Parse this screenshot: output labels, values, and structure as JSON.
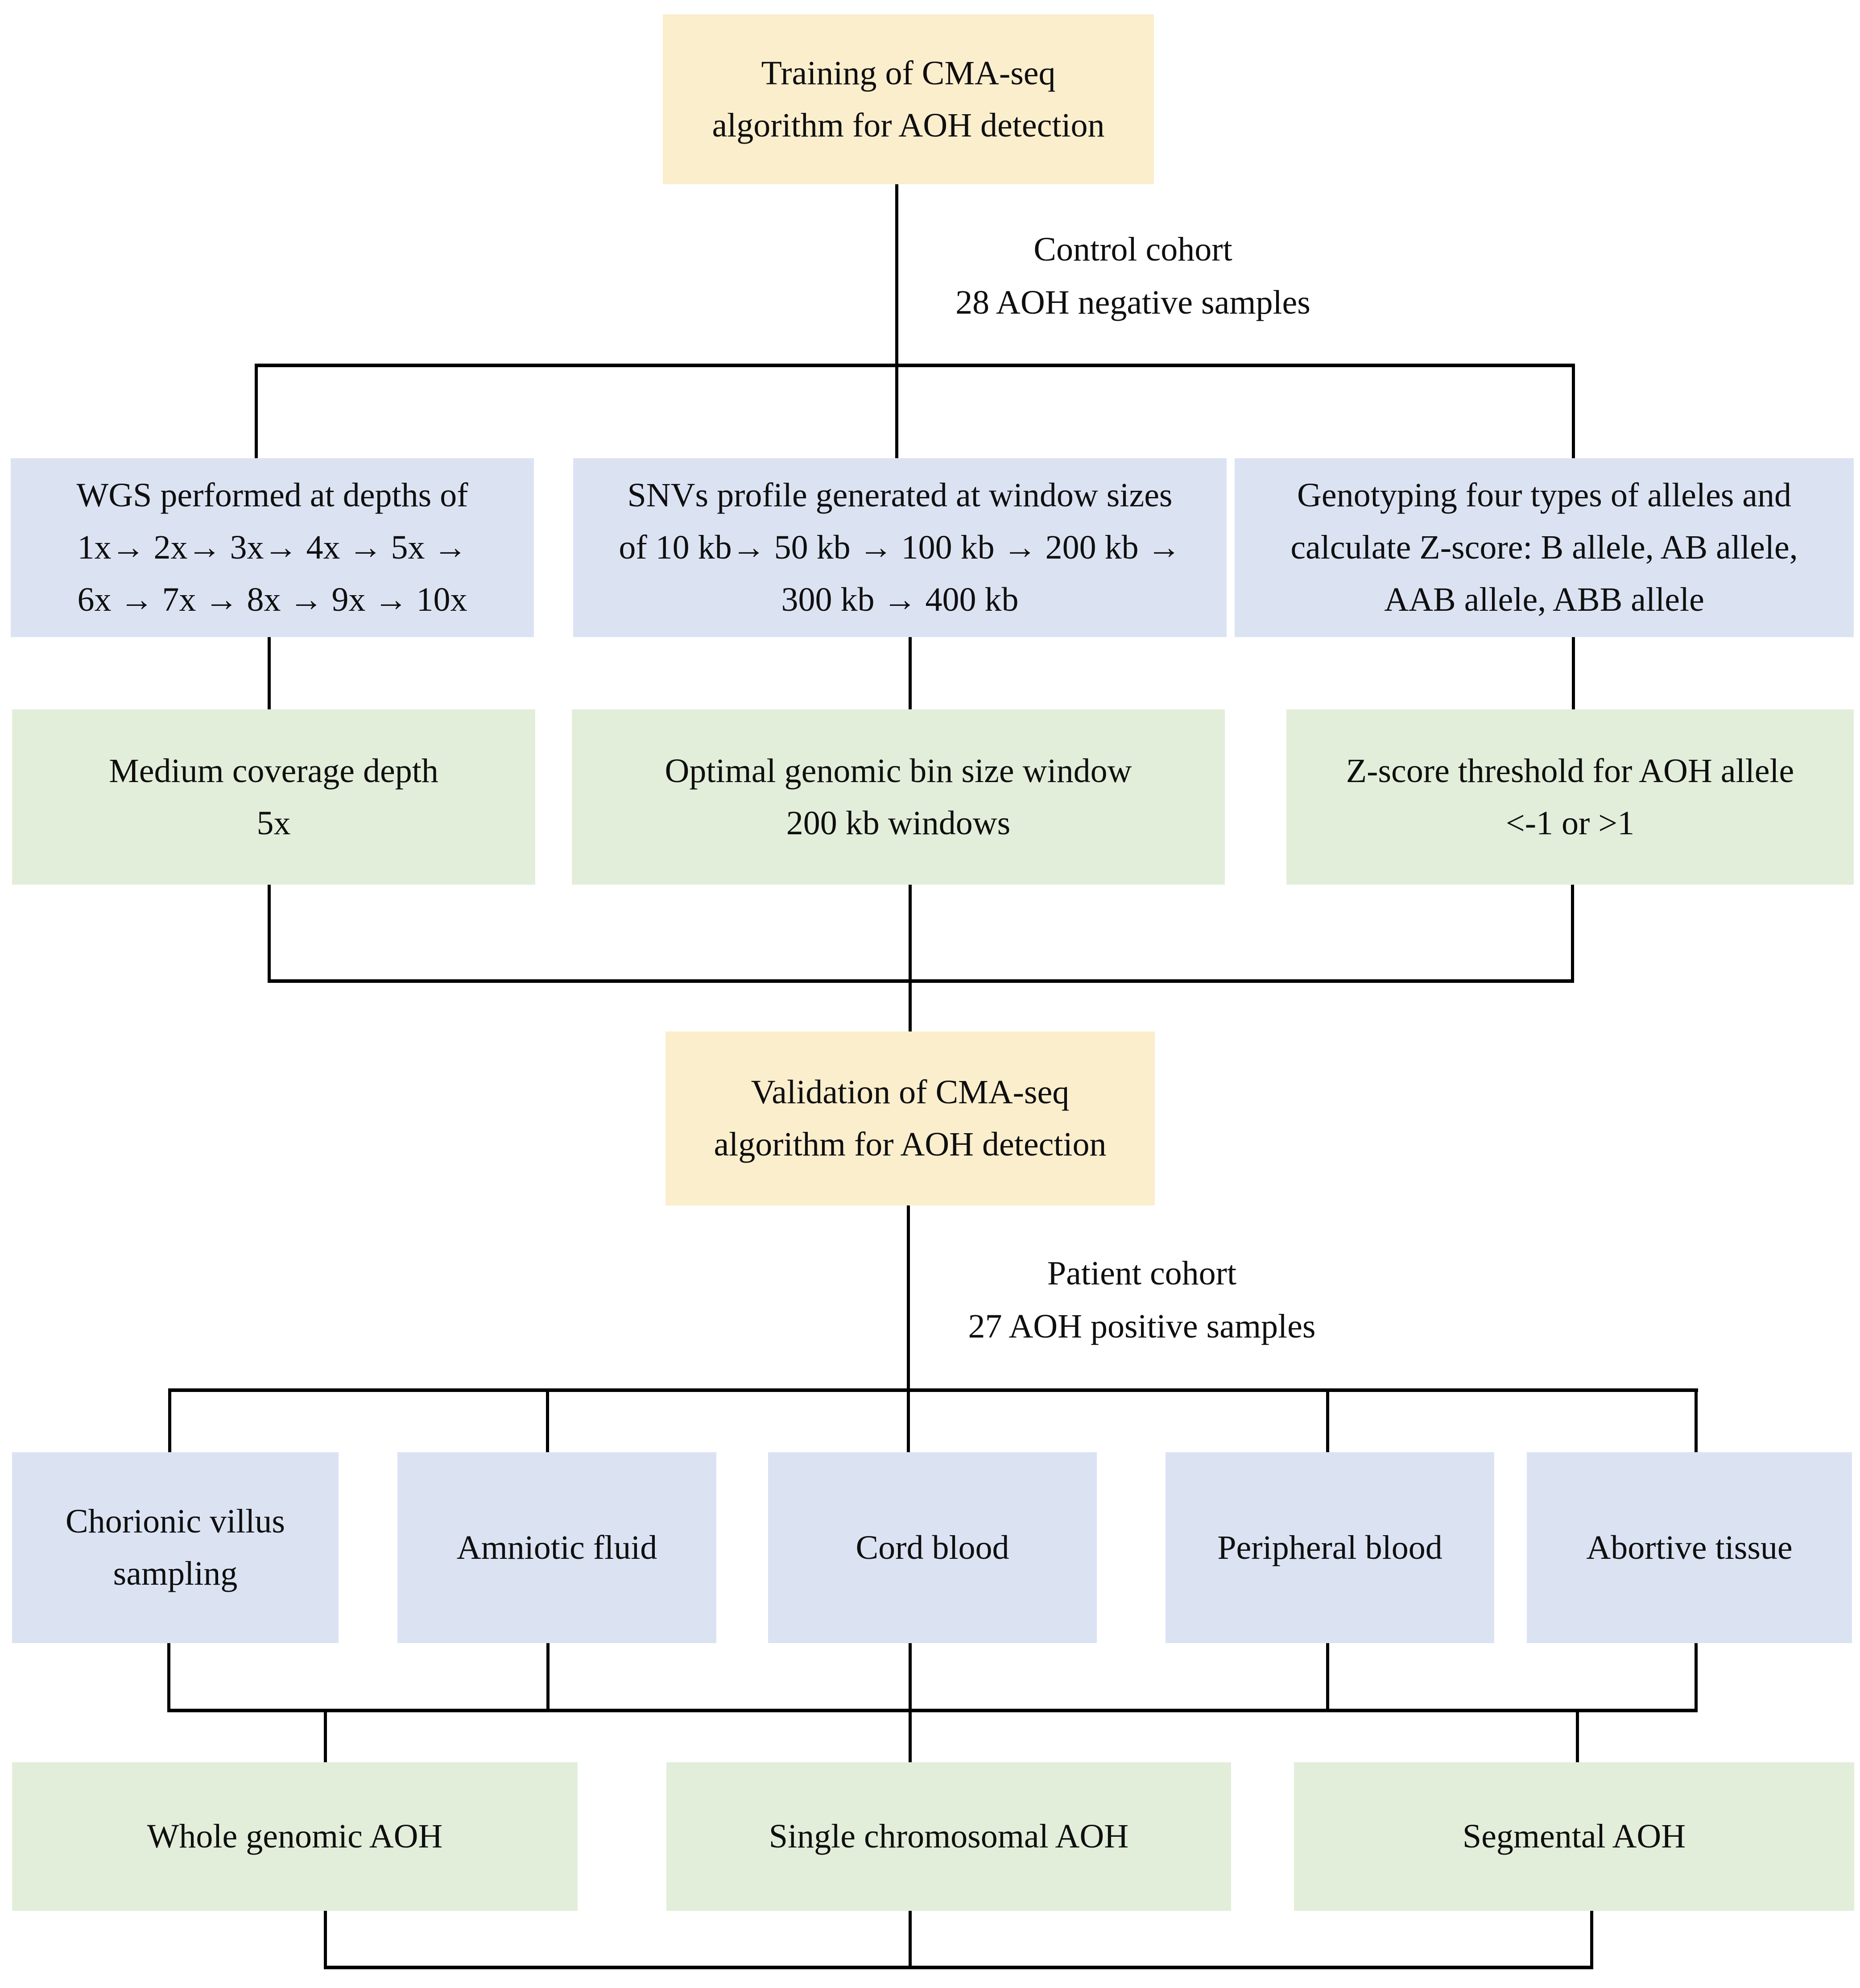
{
  "colors": {
    "box_yellow": "#fbeecd",
    "box_blue": "#dbe3f3",
    "box_green": "#e3eeda",
    "line_black": "#000000",
    "text": "#0f0f0f"
  },
  "training": {
    "lines": [
      "Training of CMA-seq",
      "algorithm for AOH detection"
    ]
  },
  "control_cohort": {
    "lines": [
      "Control cohort",
      "28 AOH negative samples"
    ]
  },
  "method_boxes": [
    {
      "id": "wgs-depths",
      "lines": [
        "WGS performed at depths of",
        "1x→ 2x→ 3x→ 4x → 5x →",
        "6x → 7x → 8x → 9x → 10x"
      ]
    },
    {
      "id": "snv-window-sizes",
      "lines": [
        "SNVs profile generated at window sizes",
        "of 10 kb→ 50 kb → 100 kb → 200 kb →",
        "300 kb → 400 kb"
      ]
    },
    {
      "id": "genotyping-alleles",
      "lines": [
        "Genotyping four types of alleles and",
        "calculate Z-score: B allele, AB allele,",
        "AAB allele, ABB allele"
      ]
    }
  ],
  "result_boxes": [
    {
      "id": "medium-coverage-depth",
      "lines": [
        "Medium coverage depth",
        "5x"
      ]
    },
    {
      "id": "optimal-bin-size",
      "lines": [
        "Optimal genomic bin size window",
        "200 kb windows"
      ]
    },
    {
      "id": "zscore-threshold",
      "lines": [
        "Z-score threshold for AOH allele",
        "<-1 or >1"
      ]
    }
  ],
  "validation": {
    "lines": [
      "Validation of CMA-seq",
      "algorithm for AOH detection"
    ]
  },
  "patient_cohort": {
    "lines": [
      "Patient cohort",
      "27 AOH positive samples"
    ]
  },
  "sample_boxes": [
    {
      "id": "chorionic-villus-sampling",
      "lines": [
        "Chorionic villus",
        "sampling"
      ]
    },
    {
      "id": "amniotic-fluid",
      "lines": [
        "Amniotic fluid"
      ]
    },
    {
      "id": "cord-blood",
      "lines": [
        "Cord blood"
      ]
    },
    {
      "id": "peripheral-blood",
      "lines": [
        "Peripheral blood"
      ]
    },
    {
      "id": "abortive-tissue",
      "lines": [
        "Abortive tissue"
      ]
    }
  ],
  "outcome_boxes": [
    {
      "id": "whole-genomic-aoh",
      "lines": [
        "Whole genomic AOH"
      ]
    },
    {
      "id": "single-chromosomal-aoh",
      "lines": [
        "Single chromosomal AOH"
      ]
    },
    {
      "id": "segmental-aoh",
      "lines": [
        "Segmental AOH"
      ]
    }
  ]
}
